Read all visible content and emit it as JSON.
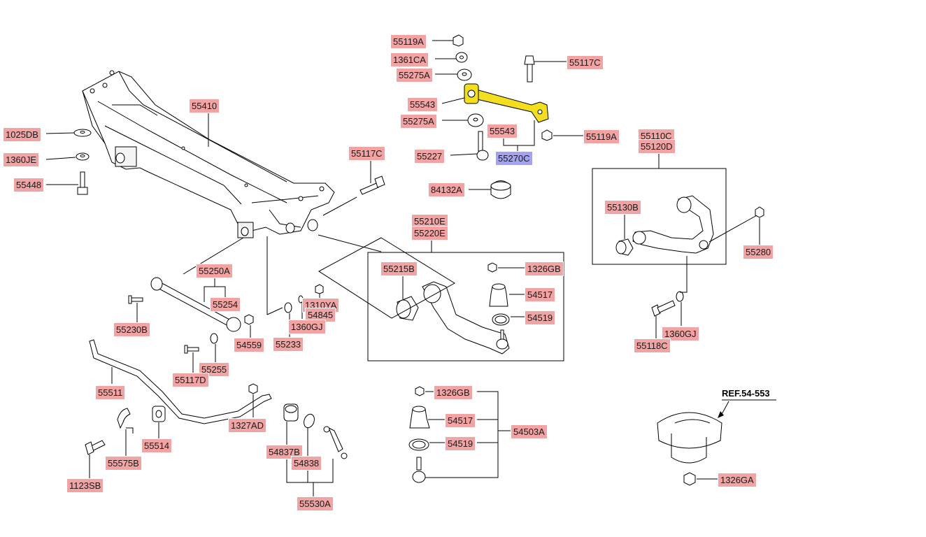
{
  "labels": {
    "p55119A_top": "55119A",
    "p1361CA": "1361CA",
    "p55275A_top": "55275A",
    "p55117C_top": "55117C",
    "p55543_left": "55543",
    "p55275A_mid": "55275A",
    "p55543_mid": "55543",
    "p55119A_right": "55119A",
    "p55227": "55227",
    "p55270C": "55270C",
    "p55410": "55410",
    "p1025DB": "1025DB",
    "p1360JE": "1360JE",
    "p55448": "55448",
    "p55117C_mid": "55117C",
    "p84132A": "84132A",
    "p55110C": "55110C",
    "p55120D": "55120D",
    "p55130B": "55130B",
    "p55280": "55280",
    "p55210E": "55210E",
    "p55220E": "55220E",
    "p1326GB_top": "1326GB",
    "p55215B": "55215B",
    "p54517_top": "54517",
    "p54519_top": "54519",
    "p55250A": "55250A",
    "p55254": "55254",
    "p1310YA": "1310YA",
    "p54845": "54845",
    "p1360GJ_left": "1360GJ",
    "p55230B": "55230B",
    "p54559": "54559",
    "p55233": "55233",
    "p55255": "55255",
    "p55117D": "55117D",
    "p55511": "55511",
    "p1327AD": "1327AD",
    "p55514": "55514",
    "p55575B": "55575B",
    "p1123SB": "1123SB",
    "p54837B": "54837B",
    "p54838": "54838",
    "p55530A": "55530A",
    "p1326GB_bot": "1326GB",
    "p54517_bot": "54517",
    "p54519_bot": "54519",
    "p54503A": "54503A",
    "p1360GJ_right": "1360GJ",
    "p55118C": "55118C",
    "p1326GA": "1326GA"
  },
  "reference": "REF.54-553",
  "colors": {
    "label_background": "#f2a3a3",
    "selected_label_background": "#a3a3f2",
    "highlighted_part": "#f4df1e"
  },
  "selected_part": "55270C"
}
